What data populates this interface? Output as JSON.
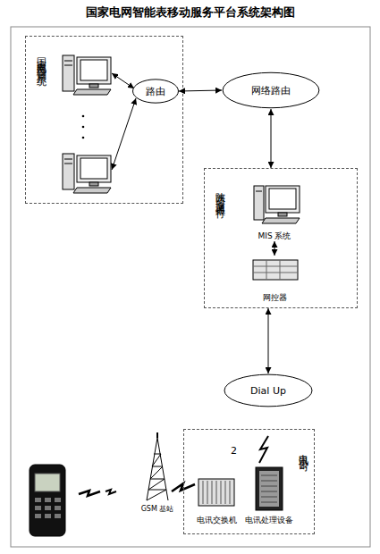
{
  "diagram": {
    "title": "国家电网智能表移动服务平台系统架构图",
    "nodes": [
      {
        "text": [
          "国家电网营销系统"
        ]
      },
      {
        "text": [
          "路由"
        ],
        "in": 0
      },
      {
        "text": [
          "网络路由"
        ]
      },
      {
        "text": [
          "陕西省交通银行"
        ]
      },
      {
        "text": [
          "MIS 系统"
        ],
        "in": 3
      },
      {
        "text": [
          "网控器"
        ],
        "in": 3
      },
      {
        "text": [
          "Dial Up"
        ]
      },
      {
        "text": [
          "电讯公司"
        ]
      },
      {
        "text": [
          "电讯交换机"
        ],
        "in": 7
      },
      {
        "text": [
          "电讯处理设备"
        ],
        "in": 7
      },
      {
        "text": [
          "GSM 基站"
        ]
      }
    ],
    "edges": [
      {
        "from": 1,
        "to": 2,
        "arrow": "both"
      },
      {
        "from": 2,
        "to": 3,
        "arrow": "both"
      },
      {
        "from": 4,
        "to": 5,
        "arrow": "both"
      },
      {
        "from": 3,
        "to": 6,
        "arrow": "both"
      }
    ],
    "labels": [
      "2"
    ]
  }
}
